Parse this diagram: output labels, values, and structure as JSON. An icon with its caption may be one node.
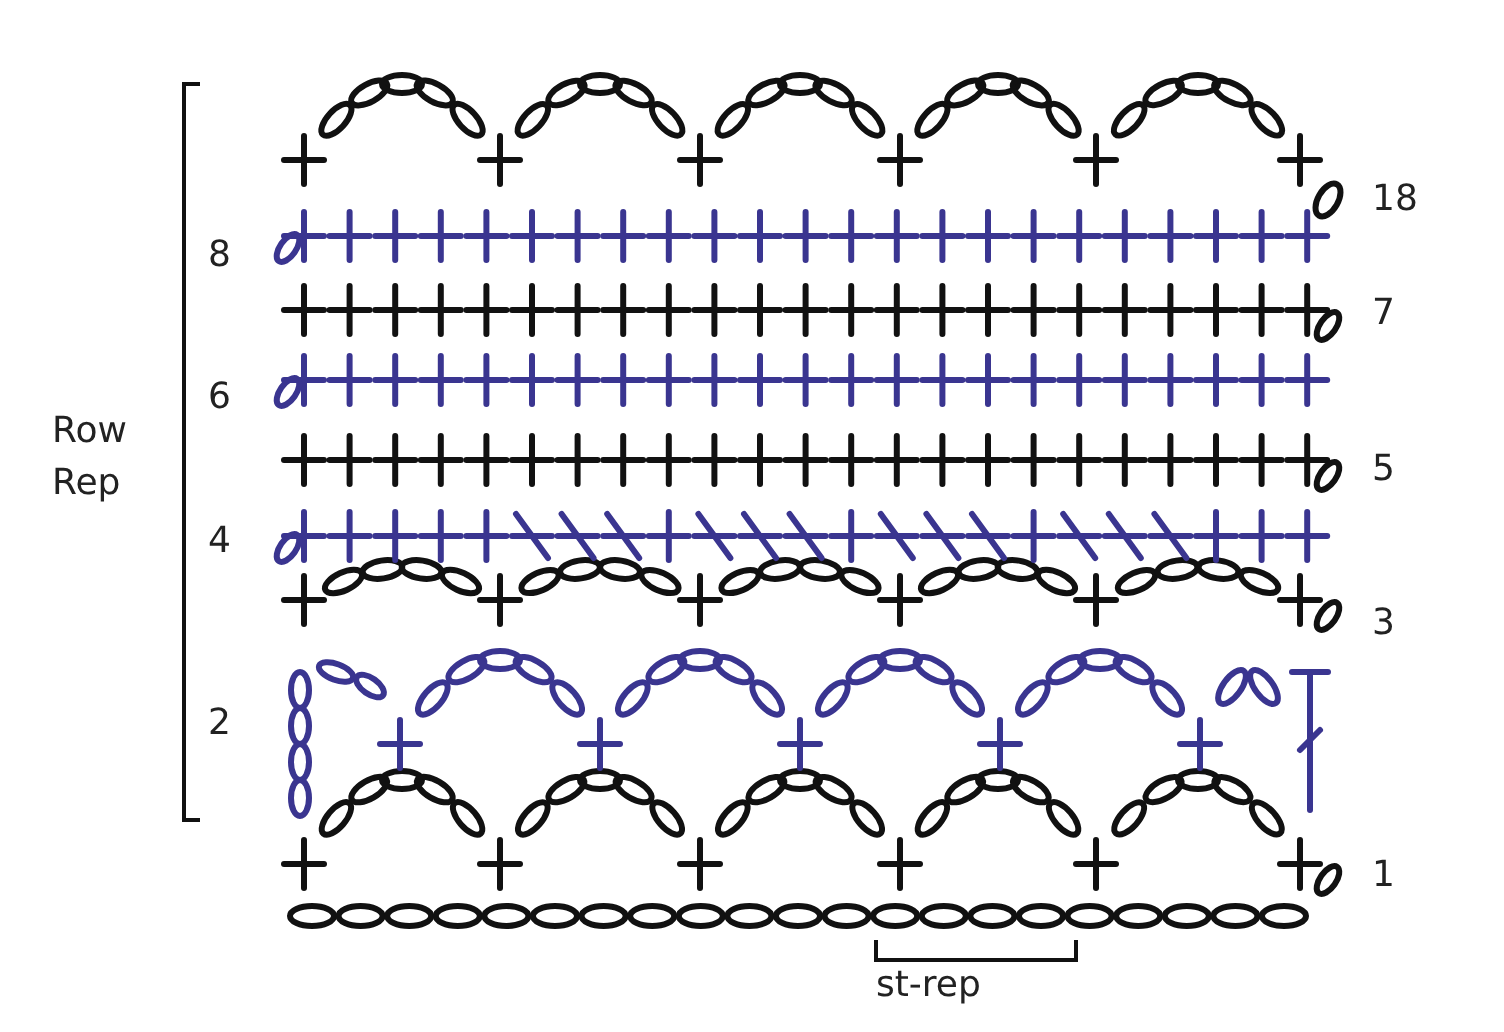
{
  "diagram": {
    "labels": [
      "18",
      "8",
      "7",
      "6",
      "Row Rep",
      "5",
      "4",
      "3",
      "2",
      "1",
      "st-rep"
    ]
  }
}
